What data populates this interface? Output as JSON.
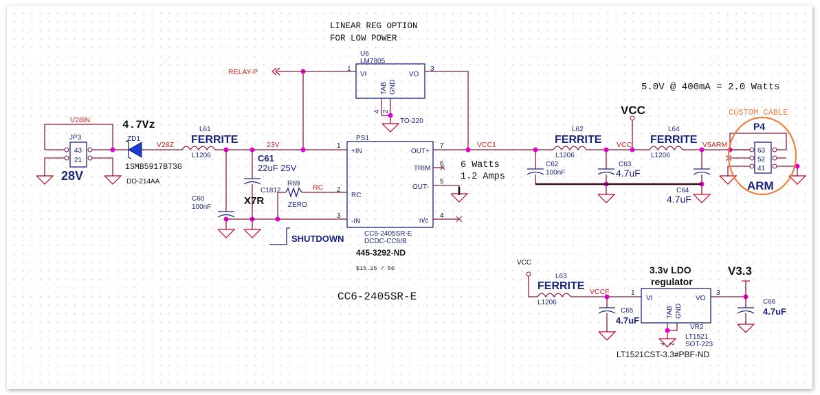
{
  "notes": {
    "linear_reg_line1": "LINEAR REG OPTION",
    "linear_reg_line2": "FOR LOW POWER",
    "power_5v": "5.0V @ 400mA = 2.0 Watts",
    "watts": "6 Watts",
    "amps": "1.2 Amps",
    "dcdc_part": "CC6-2405SR-E",
    "custom_cable": "CUSTOM CABLE",
    "shutdown": "SHUTDOWN"
  },
  "jp3": {
    "ref": "JP3",
    "pins": [
      "43",
      "21"
    ],
    "label": "28V",
    "net": "V28IN"
  },
  "zd1": {
    "ref": "ZD1",
    "value": "4.7Vz",
    "part": "1SMB5917BT3G",
    "package": "DO-214AA",
    "net": "V28Z"
  },
  "l61": {
    "ref": "L61",
    "value": "FERRITE",
    "package": "L1206"
  },
  "c60": {
    "ref": "C60",
    "value": "100nF"
  },
  "c61": {
    "ref": "C61",
    "value": "22uF 25V",
    "package": "C1812",
    "dielectric": "X7R"
  },
  "r69": {
    "ref": "R69",
    "value": "ZERO",
    "net": "RC"
  },
  "net_23v": "23V",
  "relay": "RELAY-P",
  "u6": {
    "ref": "U6",
    "part": "LM7805",
    "pin_vi": "VI",
    "pin_vo": "VO",
    "pin_tab": "TAB",
    "pin_gnd": "GND",
    "package": "TO-220",
    "n1": "1",
    "n3": "3",
    "n4": "4",
    "n2": "2"
  },
  "ps1": {
    "ref": "PS1",
    "pins": {
      "in_p": "+IN",
      "rc": "RC",
      "in_n": "-IN",
      "out_p": "OUT+",
      "trim": "TRIM",
      "out_n": "OUT-",
      "nc": "n/c"
    },
    "nums": {
      "p1": "1",
      "p2": "2",
      "p3": "3",
      "p7": "7",
      "p6": "6",
      "p5": "5",
      "p4": "4"
    },
    "part": "CC6-2405SR-E",
    "package": "DCDC-CC6/B",
    "digikey": "445-3292-ND",
    "price": "$15.25 / 50"
  },
  "vcc1": "VCC1",
  "l62": {
    "ref": "L62",
    "value": "FERRITE",
    "package": "L1206"
  },
  "c62": {
    "ref": "C62",
    "value": "100nF"
  },
  "c63": {
    "ref": "C63",
    "value": "4.7uF"
  },
  "vcc_port": "VCC",
  "vcc_net": "VCC",
  "l64": {
    "ref": "L64",
    "value": "FERRITE",
    "package": "L1206"
  },
  "c64": {
    "ref": "C64",
    "value": "4.7uF"
  },
  "v5arm": "V5ARM",
  "p4": {
    "ref": "P4",
    "pins": [
      "63",
      "52",
      "41"
    ],
    "label": "ARM"
  },
  "ldo": {
    "vcc_port": "VCC",
    "title1": "3.3v LDO",
    "title2": "regulator",
    "l63": {
      "ref": "L63",
      "value": "FERRITE",
      "package": "L1206"
    },
    "vccf": "VCCF",
    "c65": {
      "ref": "C65",
      "value": "4.7uF"
    },
    "vr2": {
      "ref": "VR2",
      "part": "LT1521",
      "package": "SOT-223",
      "pin_vi": "VI",
      "pin_vo": "VO",
      "pin_tab": "TAB",
      "pin_gnd": "GND",
      "n1": "1",
      "n3": "3",
      "n4": "4",
      "n2": "2"
    },
    "digikey": "LT1521CST-3.3#PBF-ND",
    "v33": "V3.3",
    "c66": {
      "ref": "C66",
      "value": "4.7uF"
    }
  },
  "colors": {
    "wire": "#8b1a3e",
    "ground": "#c00020",
    "part_outline": "#1a237e",
    "junction": "#e000d0",
    "net_label": "#d02020",
    "annotation": "#f08040"
  }
}
